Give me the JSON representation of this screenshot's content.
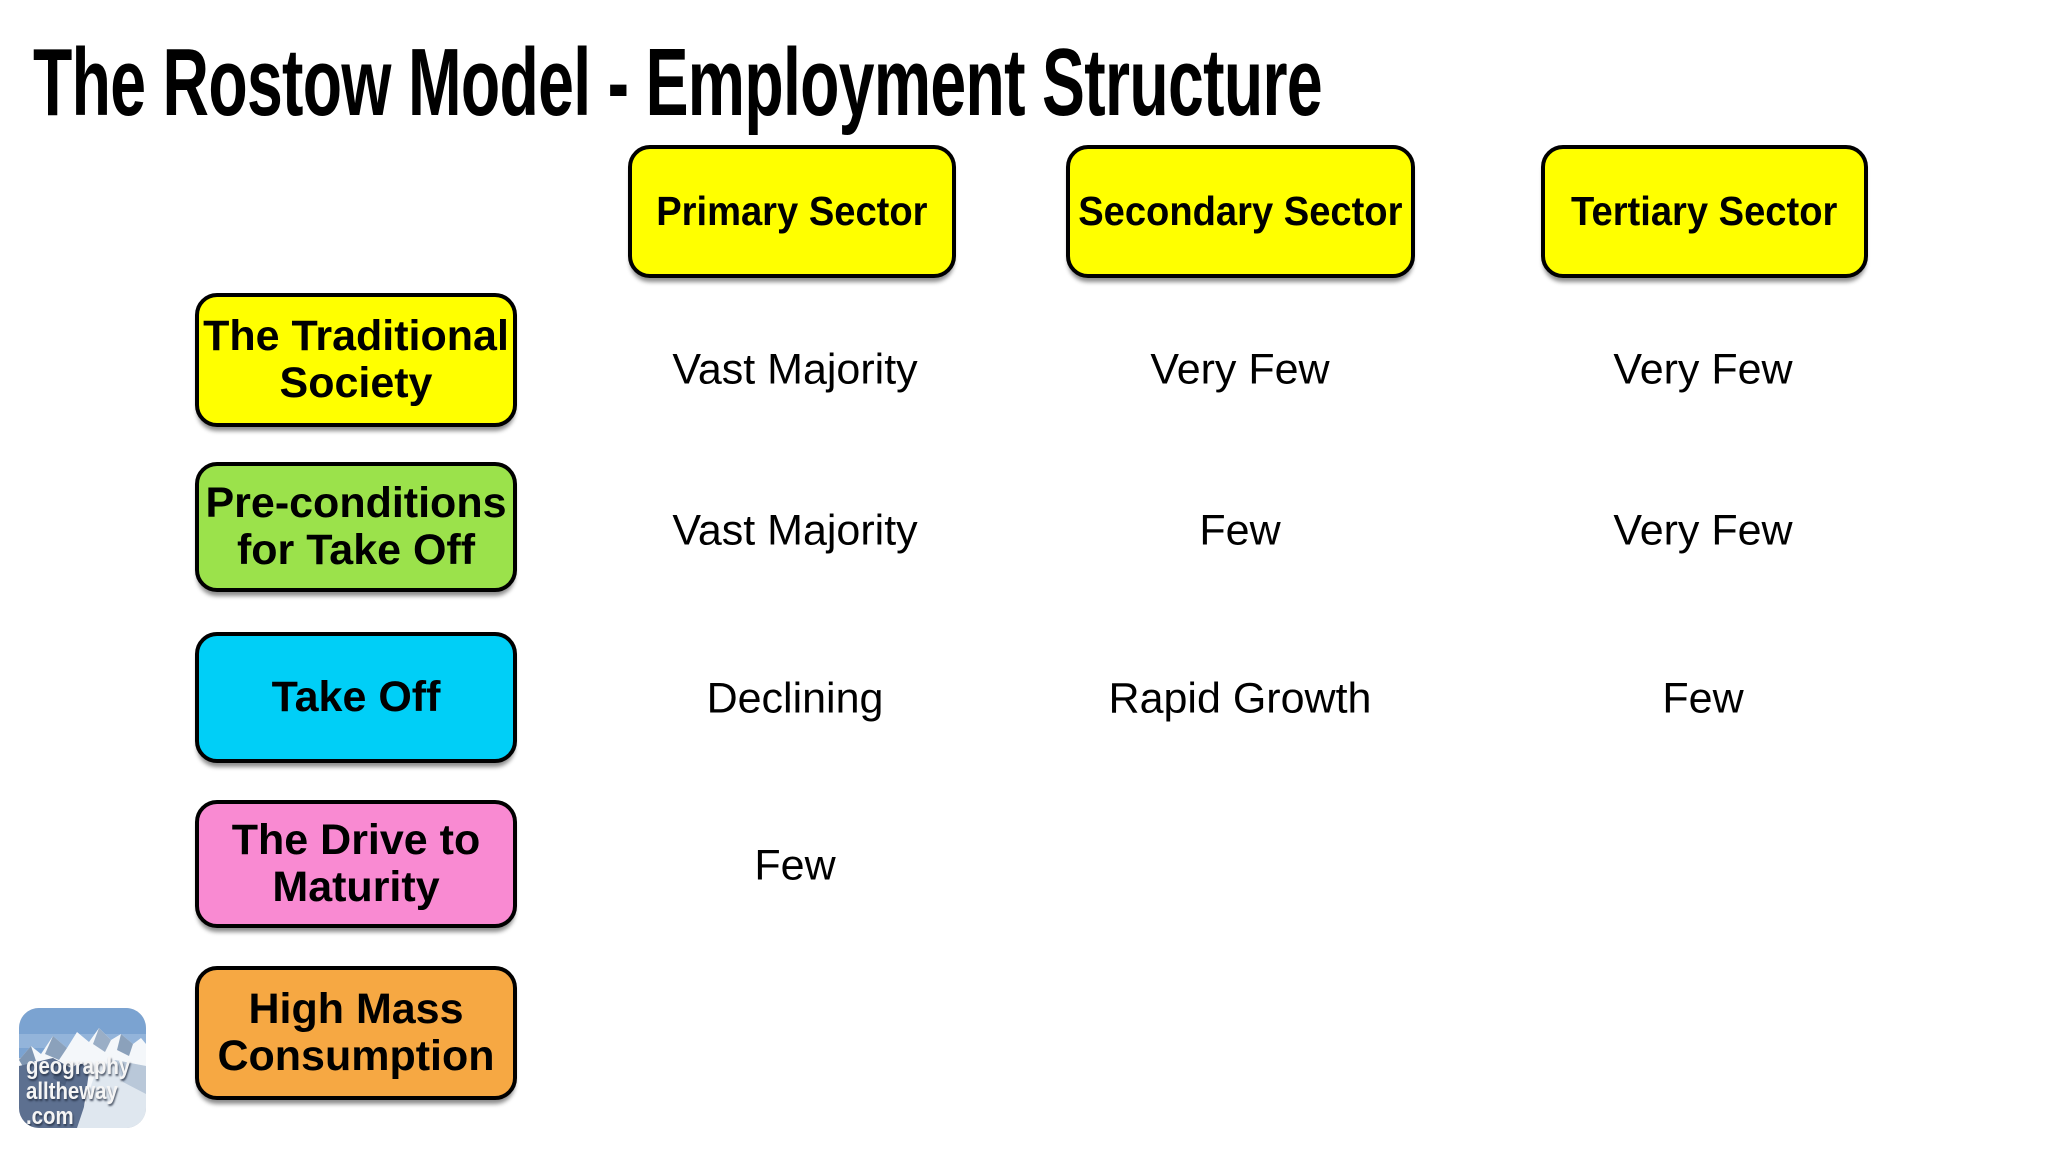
{
  "title": "The Rostow Model - Employment Structure",
  "colors": {
    "header_bg": "#FFFF00",
    "stage_traditional": "#FFFF00",
    "stage_preconditions": "#9BE24B",
    "stage_takeoff": "#00CFF7",
    "stage_drive": "#F98AD2",
    "stage_highmass": "#F6A843",
    "border": "#000000",
    "background": "#FFFFFF"
  },
  "table": {
    "columns": [
      {
        "label": "Primary Sector"
      },
      {
        "label": "Secondary Sector"
      },
      {
        "label": "Tertiary Sector"
      }
    ],
    "stages": [
      {
        "label": [
          "The Traditional",
          "Society"
        ],
        "color": "#FFFF00"
      },
      {
        "label": [
          "Pre-conditions",
          "for Take Off"
        ],
        "color": "#9BE24B"
      },
      {
        "label": [
          "Take Off"
        ],
        "color": "#00CFF7"
      },
      {
        "label": [
          "The Drive to",
          "Maturity"
        ],
        "color": "#F98AD2"
      },
      {
        "label": [
          "High Mass",
          "Consumption"
        ],
        "color": "#F6A843"
      }
    ],
    "rows": [
      {
        "cells": [
          "Vast Majority",
          "Very Few",
          "Very Few"
        ]
      },
      {
        "cells": [
          "Vast Majority",
          "Few",
          "Very Few"
        ]
      },
      {
        "cells": [
          "Declining",
          "Rapid Growth",
          "Few"
        ]
      },
      {
        "cells": [
          "Few",
          "",
          ""
        ]
      },
      {
        "cells": [
          "",
          "",
          ""
        ]
      }
    ]
  },
  "logo": {
    "lines": [
      "geography",
      "alltheway",
      ".com"
    ]
  }
}
